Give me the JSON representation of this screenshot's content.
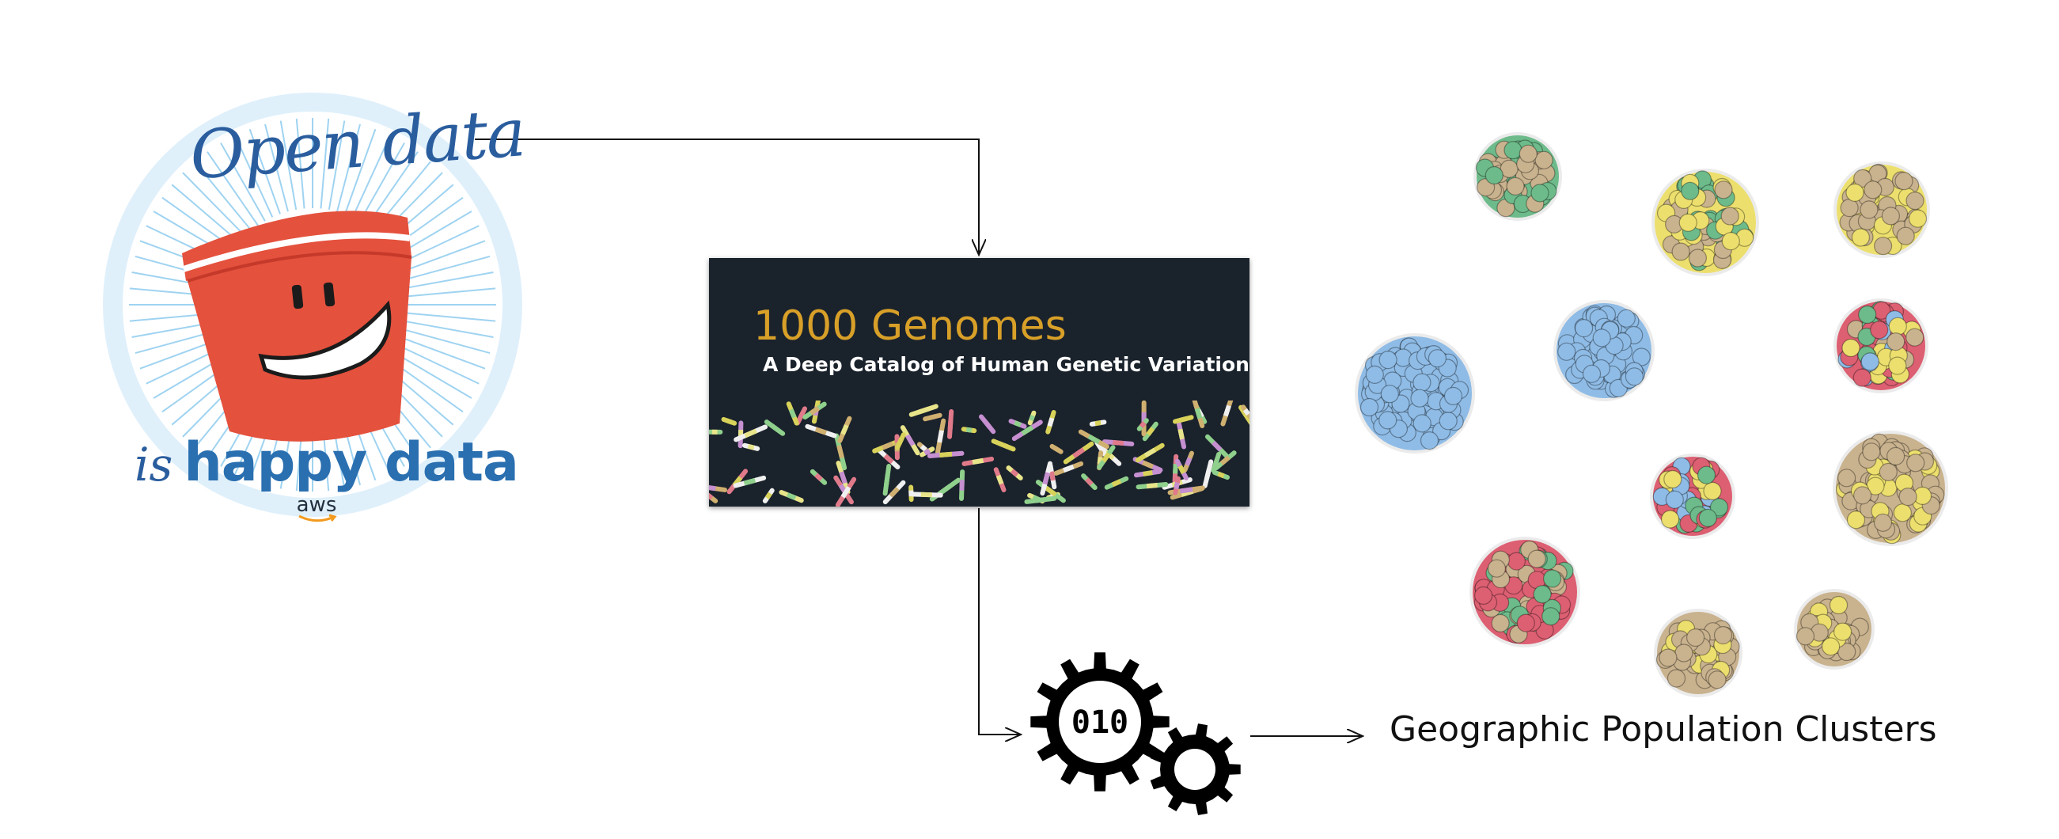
{
  "logo": {
    "title_text": "Open data",
    "is_text": "is",
    "happy_text": "happy data",
    "brand_text": "aws",
    "colors": {
      "ring": "#dff0fb",
      "ring_rays": "#9fd3f1",
      "bucket": "#e4513d",
      "bucket_rim": "#c5392a",
      "text_blue": "#2a5d9e"
    }
  },
  "genome_banner": {
    "title": "1000 Genomes",
    "subtitle": "A Deep Catalog of Human Genetic Variation",
    "colors": {
      "background": "#1a222c",
      "title": "#d8a028",
      "subtitle": "#ffffff"
    }
  },
  "process": {
    "icon": "gears-binary-icon",
    "binary_text": "010"
  },
  "clusters": {
    "label": "Geographic Population Clusters",
    "palette": {
      "green": "#6dbb8a",
      "tan": "#c9b28e",
      "yellow": "#ecdf6e",
      "blue": "#8fbce6",
      "red": "#dd5f72"
    }
  }
}
